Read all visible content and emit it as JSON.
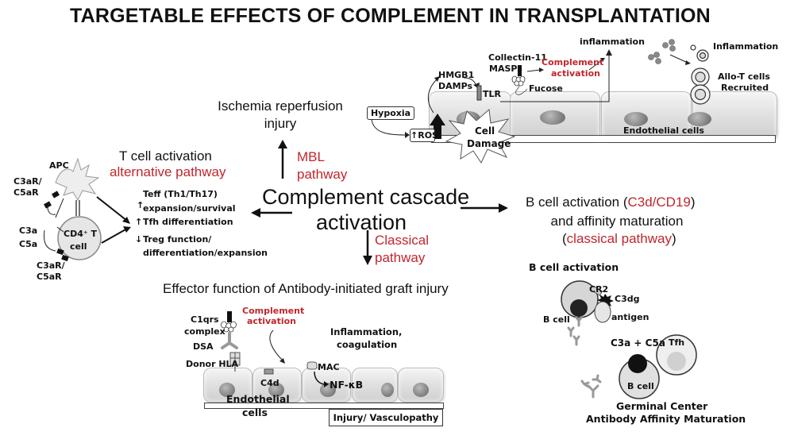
{
  "title": "TARGETABLE EFFECTS OF COMPLEMENT IN TRANSPLANTATION",
  "center": {
    "line1": "Complement cascade",
    "line2": "activation"
  },
  "ischemia": {
    "line1": "Ischemia reperfusion",
    "line2": "injury",
    "pathway_line1": "MBL",
    "pathway_line2": "pathway"
  },
  "ischemia_panel": {
    "hypoxia": "Hypoxia",
    "ros": "ROS",
    "ros_arrow": "↑",
    "cell_damage_line1": "Cell",
    "cell_damage_line2": "Damage",
    "hmgb1": "HMGB1",
    "damps": "DAMPs",
    "tlr": "TLR",
    "collectin": "Collectin-11",
    "masps": "MASPs",
    "fucose": "Fucose",
    "complement_line1": "Complement",
    "complement_line2": "activation",
    "inflammation_small": "inflammation",
    "inflammation_cap": "Inflammation",
    "allo_t_line1": "Allo-T cells",
    "allo_t_line2": "Recruited",
    "endothelial": "Endothelial cells"
  },
  "t_cell": {
    "heading": "T cell activation",
    "pathway": "alternative pathway",
    "apc": "APC",
    "c3ar_top": "C3aR/",
    "c5ar_top": "C5aR",
    "c3a": "C3a",
    "c5a": "C5a",
    "cd4_line1": "CD4⁺ T",
    "cd4_line2": "cell",
    "c3ar_bottom": "C3aR/",
    "c5ar_bottom": "C5aR",
    "effects": [
      {
        "arrow": "↑",
        "line1": "Teff (Th1/Th17)",
        "line2": "expansion/survival"
      },
      {
        "arrow": "↑",
        "line1": "Tfh differentiation",
        "line2": ""
      },
      {
        "arrow": "↓",
        "line1": "Treg function/",
        "line2": "differentiation/expansion"
      }
    ]
  },
  "b_cell": {
    "heading_line1_a": "B cell activation (",
    "heading_line1_b": "C3d/CD19",
    "heading_line1_c": ")",
    "heading_line2": "and affinity maturation",
    "heading_line3_a": "(",
    "heading_line3_b": "classical pathway",
    "heading_line3_c": ")",
    "sub_heading": "B cell activation",
    "cr2": "CR2",
    "c3dg": "C3dg",
    "b_cell_label": "B cell",
    "antigen": "antigen",
    "c3a_c5a": "C3a + C5a",
    "tfh": "Tfh",
    "b_cell_label2": "B cell",
    "gc_line1": "Germinal Center",
    "gc_line2": "Antibody Affinity Maturation"
  },
  "antibody": {
    "classical_line1": "Classical",
    "classical_line2": "pathway",
    "heading": "Effector function of Antibody-initiated graft injury",
    "c1qrs": "C1qrs",
    "complex": "complex",
    "dsa": "DSA",
    "donor_hla": "Donor HLA",
    "complement_line1": "Complement",
    "complement_line2": "activation",
    "inflammation_line1": "Inflammation,",
    "inflammation_line2": "coagulation",
    "c4d": "C4d",
    "mac": "MAC",
    "nfkb": "NF-κB",
    "endothelial_line1": "Endothelial",
    "endothelial_line2": "cells",
    "injury": "Injury/ Vasculopathy"
  },
  "colors": {
    "accent_red": "#c0262d",
    "text": "#111111",
    "cell_gray": "#dcdcdc"
  }
}
